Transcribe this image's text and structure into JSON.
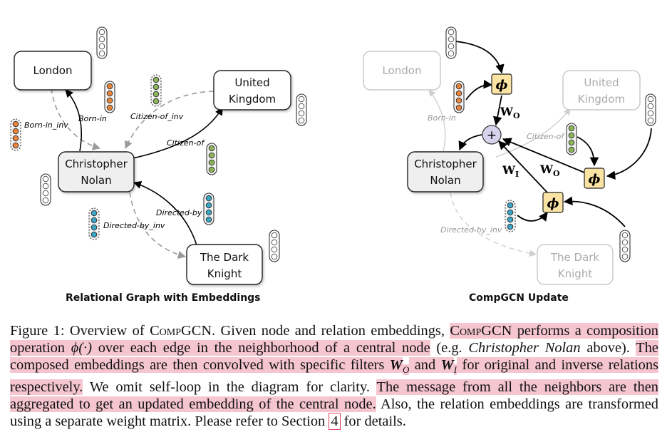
{
  "left_panel": {
    "title": "Relational Graph with Embeddings",
    "nodes": {
      "london": "London",
      "uk_line1": "United",
      "uk_line2": "Kingdom",
      "nolan_line1": "Christopher",
      "nolan_line2": "Nolan",
      "dark_line1": "The Dark",
      "dark_line2": "Knight"
    },
    "edges": {
      "born_in_inv": "Born-in_inv",
      "born_in": "Born-in",
      "citizen_of_inv": "Citizen-of_inv",
      "citizen_of": "Citizen-of",
      "directed_by": "Directed-by",
      "directed_by_inv": "Directed-by_inv"
    }
  },
  "right_panel": {
    "title": "CompGCN Update",
    "nodes": {
      "london": "London",
      "uk_line1": "United",
      "uk_line2": "Kingdom",
      "nolan_line1": "Christopher",
      "nolan_line2": "Nolan",
      "dark_line1": "The Dark",
      "dark_line2": "Knight"
    },
    "edges": {
      "born_in": "Born-in",
      "citizen_of": "Citizen-of",
      "directed_by_inv": "Directed-by_inv"
    },
    "ops": {
      "phi": "ϕ",
      "plus": "+",
      "w_o": "W",
      "w_o_sub": "O",
      "w_i": "W",
      "w_i_sub": "I"
    }
  },
  "colors": {
    "orange": "#e8843c",
    "green": "#8db65a",
    "blue": "#3aa5c4",
    "gray": "#8a8a8a",
    "phi_box": "#fbe3a4",
    "plus_circle": "#d8d3ec",
    "highlight": "#f6c6d0"
  },
  "caption": {
    "p1": "Figure 1:  Overview of ",
    "p2": "CompGCN",
    "p3": ". Given node and relation embeddings, ",
    "h1a": "CompGCN",
    "h1b": " performs a composition operation ",
    "h1c": "ϕ(·)",
    "h1d": " over each edge in the neighborhood of a central node",
    "p4": " (e.g. ",
    "em1": "Christopher Nolan",
    "p5": " above). ",
    "h2a": "The composed embeddings are then convolved with specific filters ",
    "h2b": "W",
    "h2c": "O",
    "h2d": " and ",
    "h2e": "W",
    "h2f": "I",
    "h2g": " for original and inverse relations respectively.",
    "p6": " We omit self-loop in the diagram for clarity. ",
    "h3": "The message from all the neighbors are then aggregated to get an updated embedding of the central node.",
    "p7": " Also, the relation embeddings are transformed using a separate weight matrix. Please refer to Section ",
    "ref": "4",
    "p8": " for details."
  }
}
